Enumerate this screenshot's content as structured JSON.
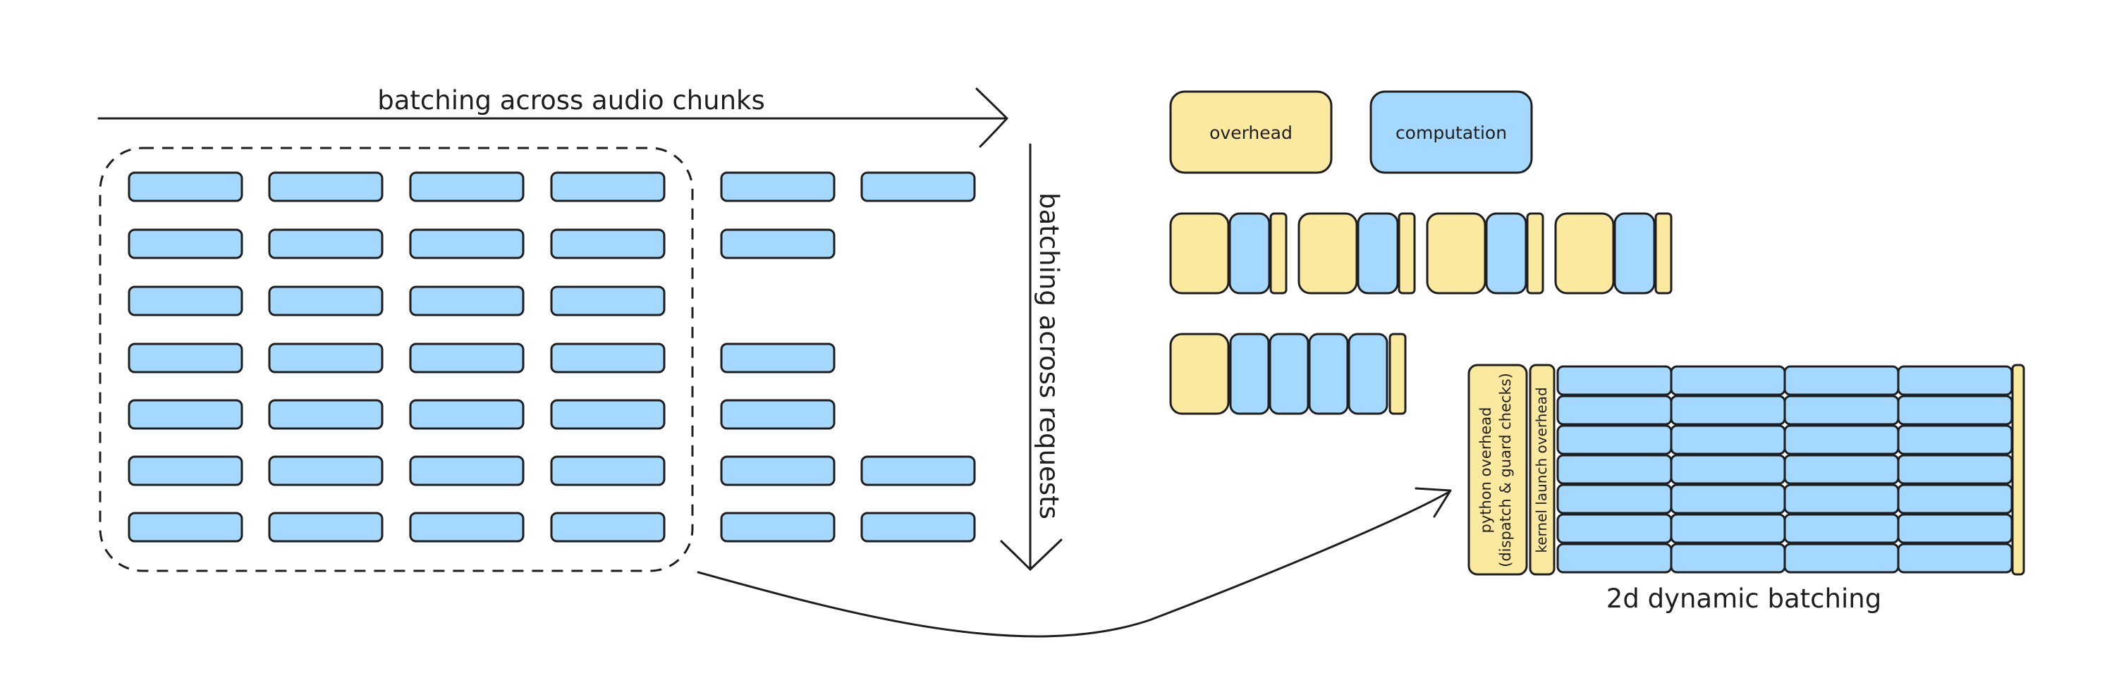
{
  "labels": {
    "horizontal_arrow": "batching across audio chunks",
    "vertical_arrow": "batching across requests",
    "legend_overhead": "overhead",
    "legend_computation": "computation",
    "python_overhead_line1": "python overhead",
    "python_overhead_line2": "(dispatch & guard checks)",
    "kernel_launch": "kernel launch overhead",
    "dynamic_batching": "2d dynamic batching"
  },
  "colors": {
    "overhead": "#fbe9a0",
    "computation": "#a5d8ff",
    "stroke": "#1e1e1e"
  },
  "grid": {
    "rows": 7,
    "dashed_box_columns": 4,
    "row_lengths": [
      6,
      5,
      4,
      5,
      5,
      6,
      6
    ]
  },
  "timelines": {
    "per_chunk_runs": 4,
    "batched_compute_blocks": 4
  },
  "batched_grid": {
    "rows": 7,
    "columns": 4
  }
}
